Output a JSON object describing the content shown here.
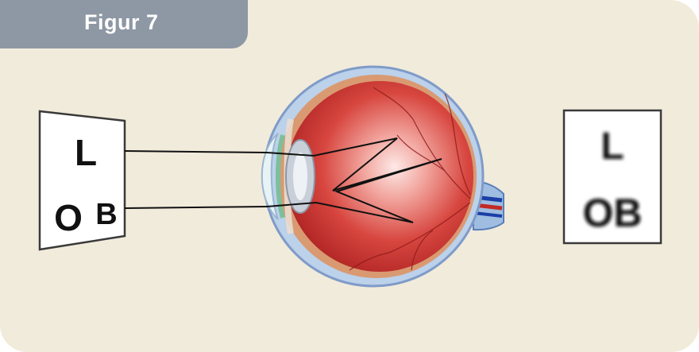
{
  "figure": {
    "label": "Figur 7"
  },
  "left_card": {
    "line1": "L",
    "line2_a": "O",
    "line2_b": "B"
  },
  "right_card": {
    "line1": "L",
    "line2": "OB"
  }
}
